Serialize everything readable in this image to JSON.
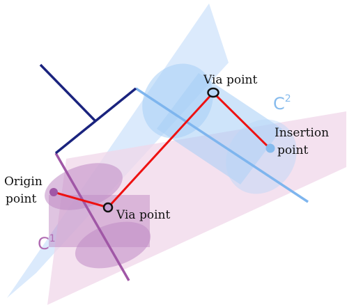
{
  "labels": {
    "origin_line1": "Origin",
    "origin_line2": "point",
    "via1": "Via point",
    "via2": "Via point",
    "insertion_line1": "Insertion",
    "insertion_line2": "point",
    "c1_base": "C",
    "c1_sup": "1",
    "c2_base": "C",
    "c2_sup": "2"
  },
  "colors": {
    "blue_plane": "#cfe3fb",
    "pink_plane": "#f0d7ea",
    "blue_axis": "#7eb5ee",
    "purple_axis": "#a057a6",
    "navy_frame": "#1a237e",
    "path": "#ee1111",
    "cyl_blue": "#a6cdf5",
    "cyl_purple": "#c08ac4",
    "c1_text": "#b06ab2",
    "c2_text": "#86bbed"
  }
}
